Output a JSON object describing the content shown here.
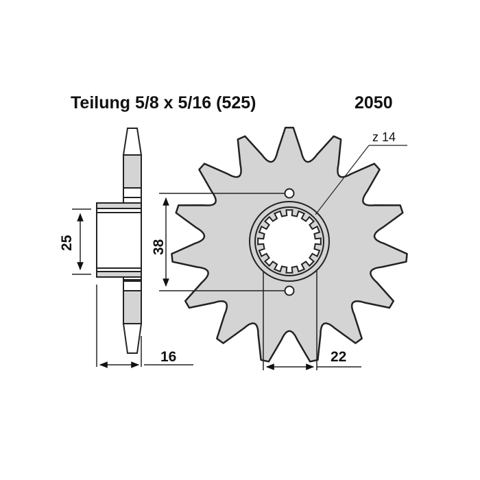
{
  "header": {
    "title": "Teilung 5/8 x 5/16 (525)",
    "part_number": "2050"
  },
  "drawing": {
    "teeth_label": "z 14",
    "dimensions": {
      "hub_width": "25",
      "bolt_spacing": "38",
      "thickness": "16",
      "spline_width": "22"
    },
    "colors": {
      "fill": "#d4d4d4",
      "line": "#222222",
      "background": "#ffffff"
    }
  }
}
